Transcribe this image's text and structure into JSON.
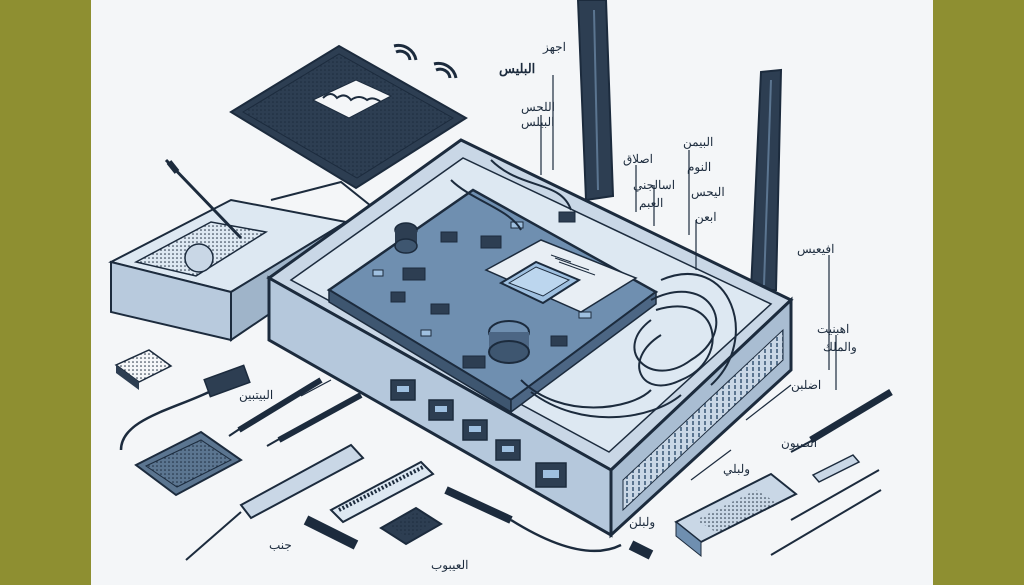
{
  "illustration": {
    "frame_color": "#8e8f31",
    "canvas_color": "#f4f6f8",
    "ink_color": "#1c2b3d",
    "board_color": "#6f8fb0",
    "case_color": "#c9d7e6",
    "accent_blue": "#9fc0e0"
  },
  "tablet_label": "",
  "callouts": [
    {
      "id": "c1",
      "text": "اجهز"
    },
    {
      "id": "c2",
      "text": "البليس"
    },
    {
      "id": "c3",
      "text": "اللحس"
    },
    {
      "id": "c4",
      "text": "البيلس"
    },
    {
      "id": "c5",
      "text": "اصلاق"
    },
    {
      "id": "c6",
      "text": "اسالجني"
    },
    {
      "id": "c7",
      "text": "العبم"
    },
    {
      "id": "c8",
      "text": "البيمن"
    },
    {
      "id": "c9",
      "text": "النوم"
    },
    {
      "id": "c10",
      "text": "اليحس"
    },
    {
      "id": "c11",
      "text": "ابعن"
    },
    {
      "id": "c12",
      "text": "افيعيس"
    },
    {
      "id": "c13",
      "text": "اهبنيت"
    },
    {
      "id": "c14",
      "text": "والملك"
    },
    {
      "id": "c15",
      "text": "اضلبن"
    },
    {
      "id": "c16",
      "text": "البيتبين"
    },
    {
      "id": "c17",
      "text": "الصيون"
    },
    {
      "id": "c18",
      "text": "ولبلي"
    },
    {
      "id": "c19",
      "text": "ولبلن"
    },
    {
      "id": "c20",
      "text": "جنب"
    },
    {
      "id": "c21",
      "text": "العيبوب"
    }
  ]
}
